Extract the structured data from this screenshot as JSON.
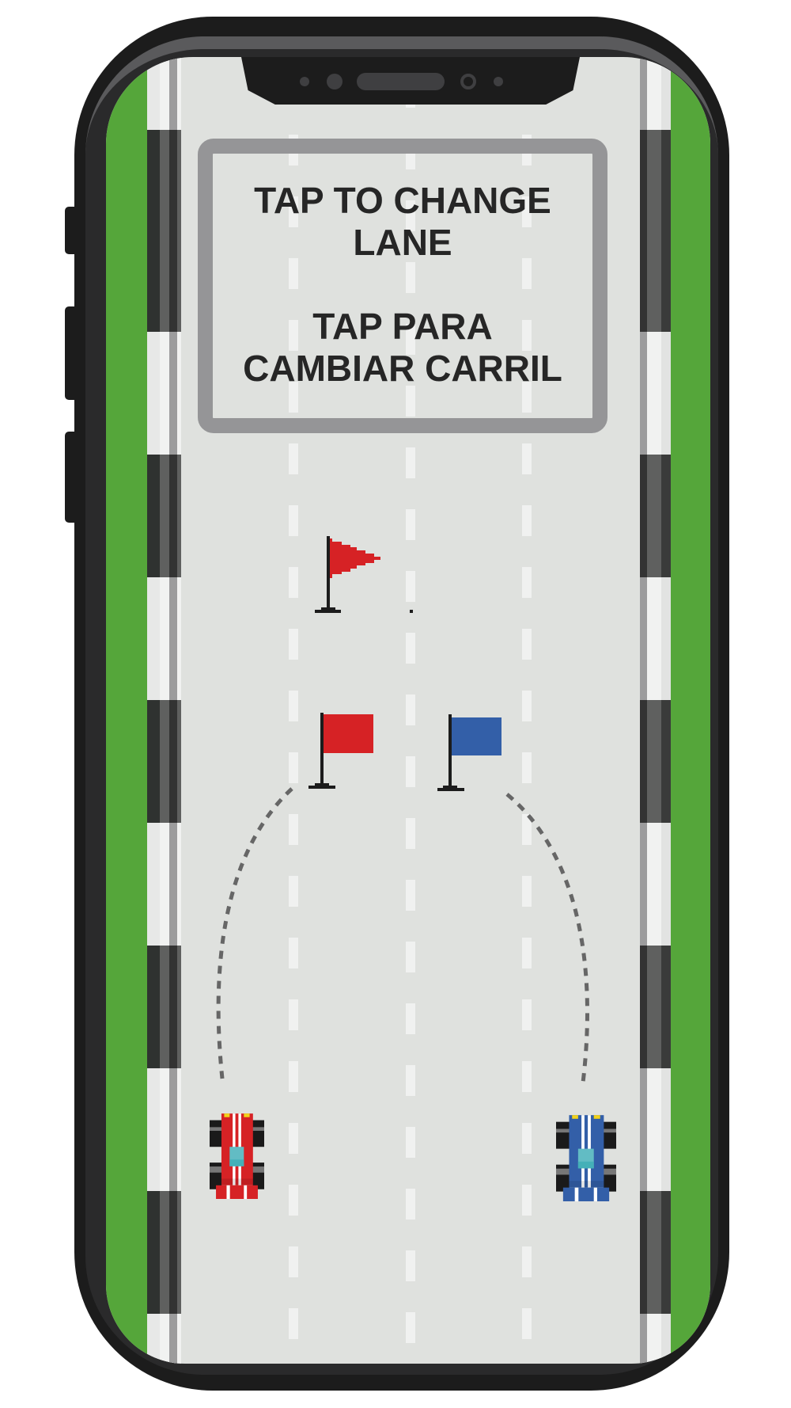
{
  "game": {
    "instructions": {
      "english_line1": "TAP TO CHANGE",
      "english_line2": "LANE",
      "spanish_line1": "TAP PARA",
      "spanish_line2": "CAMBIAR CARRIL"
    },
    "colors": {
      "grass": "#55a63a",
      "road": "#dfe1de",
      "red_team": "#d62225",
      "blue_team": "#335fa8",
      "sign_border": "#959597"
    },
    "icons": [
      "checkered-pennant-icon",
      "red-flag-icon",
      "blue-flag-icon",
      "red-car-icon",
      "blue-car-icon"
    ]
  }
}
